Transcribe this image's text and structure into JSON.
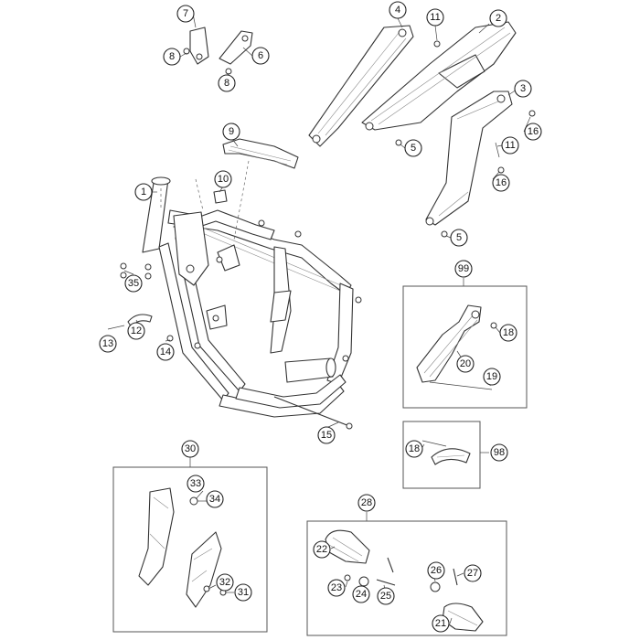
{
  "callouts": [
    {
      "id": "c7",
      "label": "7"
    },
    {
      "id": "c8a",
      "label": "8"
    },
    {
      "id": "c6",
      "label": "6"
    },
    {
      "id": "c8b",
      "label": "8"
    },
    {
      "id": "c4",
      "label": "4"
    },
    {
      "id": "c11a",
      "label": "11"
    },
    {
      "id": "c2",
      "label": "2"
    },
    {
      "id": "c3",
      "label": "3"
    },
    {
      "id": "c16a",
      "label": "16"
    },
    {
      "id": "c11b",
      "label": "11"
    },
    {
      "id": "c5a",
      "label": "5"
    },
    {
      "id": "c16b",
      "label": "16"
    },
    {
      "id": "c5b",
      "label": "5"
    },
    {
      "id": "c9",
      "label": "9"
    },
    {
      "id": "c10",
      "label": "10"
    },
    {
      "id": "c1",
      "label": "1"
    },
    {
      "id": "c35",
      "label": "35"
    },
    {
      "id": "c12",
      "label": "12"
    },
    {
      "id": "c13",
      "label": "13"
    },
    {
      "id": "c14",
      "label": "14"
    },
    {
      "id": "c15",
      "label": "15"
    },
    {
      "id": "c99",
      "label": "99"
    },
    {
      "id": "c18a",
      "label": "18"
    },
    {
      "id": "c20",
      "label": "20"
    },
    {
      "id": "c19",
      "label": "19"
    },
    {
      "id": "c18b",
      "label": "18"
    },
    {
      "id": "c98",
      "label": "98"
    },
    {
      "id": "c30",
      "label": "30"
    },
    {
      "id": "c33",
      "label": "33"
    },
    {
      "id": "c34",
      "label": "34"
    },
    {
      "id": "c32",
      "label": "32"
    },
    {
      "id": "c31",
      "label": "31"
    },
    {
      "id": "c28",
      "label": "28"
    },
    {
      "id": "c22",
      "label": "22"
    },
    {
      "id": "c23",
      "label": "23"
    },
    {
      "id": "c24",
      "label": "24"
    },
    {
      "id": "c25",
      "label": "25"
    },
    {
      "id": "c26",
      "label": "26"
    },
    {
      "id": "c27",
      "label": "27"
    },
    {
      "id": "c21",
      "label": "21"
    }
  ]
}
